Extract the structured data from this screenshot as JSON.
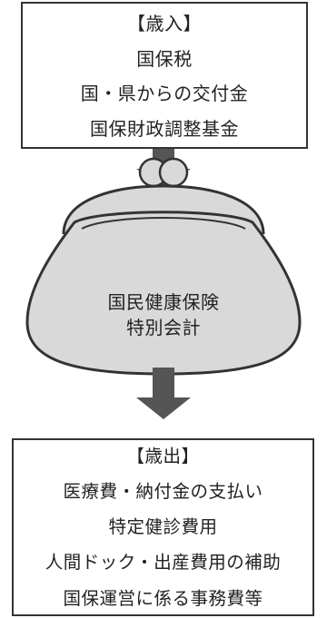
{
  "revenue": {
    "heading": "【歳入】",
    "items": [
      "国保税",
      "国・県からの交付金",
      "国保財政調整基金"
    ]
  },
  "purse": {
    "line1": "国民健康保険",
    "line2": "特別会計"
  },
  "expense": {
    "heading": "【歳出】",
    "items": [
      "医療費・納付金の支払い",
      "特定健診費用",
      "人間ドック・出産費用の補助",
      "国保運営に係る事務費等"
    ]
  },
  "colors": {
    "arrow": "#555555",
    "purse_fill": "#d9d9d9",
    "outline": "#333333"
  }
}
